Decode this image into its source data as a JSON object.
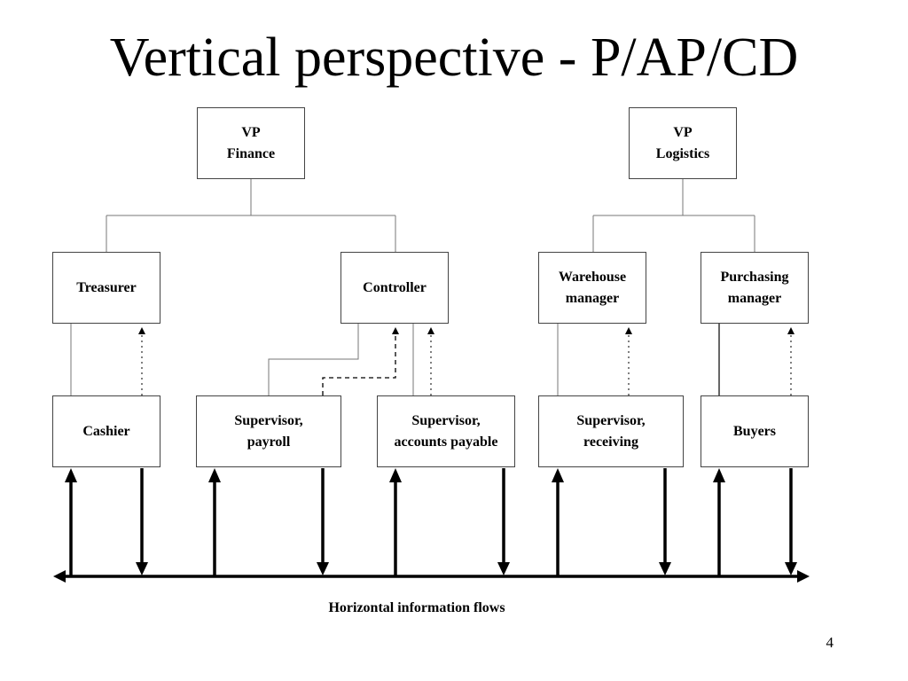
{
  "title": "Vertical perspective - P/AP/CD",
  "boxes": {
    "vp_finance": "VP\nFinance",
    "vp_logistics": "VP\nLogistics",
    "treasurer": "Treasurer",
    "controller": "Controller",
    "warehouse_manager": "Warehouse\nmanager",
    "purchasing_manager": "Purchasing\nmanager",
    "cashier": "Cashier",
    "supervisor_payroll": "Supervisor,\npayroll",
    "supervisor_ap": "Supervisor,\naccounts payable",
    "supervisor_receiving": "Supervisor,\nreceiving",
    "buyers": "Buyers"
  },
  "caption": "Horizontal information flows",
  "page_number": "4"
}
